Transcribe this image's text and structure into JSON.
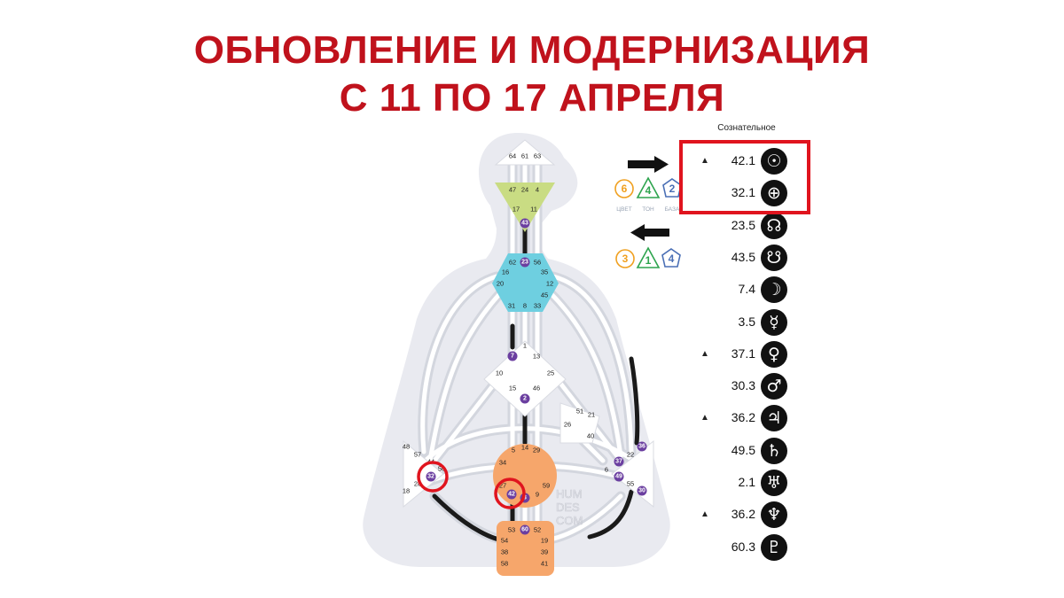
{
  "title": {
    "line1": "ОБНОВЛЕНИЕ И МОДЕРНИЗАЦИЯ",
    "line2": "С 11 ПО 17 АПРЕЛЯ"
  },
  "column_header": "Сознательное",
  "planets": [
    {
      "marker": "▲",
      "value": "42.1",
      "icon": "sun-icon",
      "glyph": "☉"
    },
    {
      "marker": "",
      "value": "32.1",
      "icon": "earth-icon",
      "glyph": "⊕"
    },
    {
      "marker": "",
      "value": "23.5",
      "icon": "north-node-icon",
      "glyph": "☊"
    },
    {
      "marker": "",
      "value": "43.5",
      "icon": "south-node-icon",
      "glyph": "☋"
    },
    {
      "marker": "",
      "value": "7.4",
      "icon": "moon-icon",
      "glyph": "☽"
    },
    {
      "marker": "",
      "value": "3.5",
      "icon": "mercury-icon",
      "glyph": "☿"
    },
    {
      "marker": "▲",
      "value": "37.1",
      "icon": "venus-icon",
      "glyph": "♀"
    },
    {
      "marker": "",
      "value": "30.3",
      "icon": "mars-icon",
      "glyph": "♂"
    },
    {
      "marker": "▲",
      "value": "36.2",
      "icon": "jupiter-icon",
      "glyph": "♃"
    },
    {
      "marker": "",
      "value": "49.5",
      "icon": "saturn-icon",
      "glyph": "♄"
    },
    {
      "marker": "",
      "value": "2.1",
      "icon": "uranus-icon",
      "glyph": "♅"
    },
    {
      "marker": "▲",
      "value": "36.2",
      "icon": "neptune-icon",
      "glyph": "♆"
    },
    {
      "marker": "",
      "value": "60.3",
      "icon": "pluto-icon",
      "glyph": "♇"
    }
  ],
  "variables_top": {
    "numbers": [
      "6",
      "4",
      "2"
    ],
    "labels": [
      "ЦВЕТ",
      "ТОН",
      "БАЗА"
    ],
    "colors": [
      "#f0a020",
      "#2da44e",
      "#4a6fb5"
    ],
    "arrow_direction": "right"
  },
  "variables_bottom": {
    "numbers": [
      "3",
      "1",
      "4"
    ],
    "colors": [
      "#f0a020",
      "#2da44e",
      "#4a6fb5"
    ],
    "arrow_direction": "left"
  },
  "centers": {
    "head": [
      "64",
      "61",
      "63"
    ],
    "ajna": [
      "47",
      "24",
      "4",
      "17",
      "11",
      "43"
    ],
    "throat": [
      "62",
      "23",
      "56",
      "16",
      "35",
      "20",
      "12",
      "45",
      "31",
      "8",
      "33"
    ],
    "g": [
      "1",
      "13",
      "7",
      "10",
      "25",
      "15",
      "46",
      "2"
    ],
    "heart": [
      "51",
      "21",
      "26",
      "40"
    ],
    "spleen": [
      "48",
      "57",
      "44",
      "50",
      "32",
      "28",
      "18"
    ],
    "solar_plexus": [
      "36",
      "22",
      "37",
      "6",
      "49",
      "55",
      "30"
    ],
    "sacral": [
      "5",
      "14",
      "29",
      "34",
      "27",
      "42",
      "3",
      "59",
      "9"
    ],
    "root": [
      "53",
      "60",
      "52",
      "54",
      "19",
      "38",
      "39",
      "58",
      "41"
    ]
  },
  "active_gates": [
    "43",
    "23",
    "7",
    "2",
    "32",
    "42",
    "3",
    "60",
    "36",
    "37",
    "49",
    "30"
  ],
  "watermark": [
    "HUM",
    "DES",
    "COM"
  ],
  "colors": {
    "title_red": "#c0121c",
    "highlight_red": "#e0141e",
    "gate_purple": "#6b3fa0",
    "head": "#ffffff",
    "ajna": "#c9dc83",
    "throat": "#6ecfe0",
    "g": "#ffffff",
    "heart": "#ffffff",
    "spleen": "#ffffff",
    "solar_plexus": "#ffffff",
    "sacral": "#f6a66b",
    "root": "#f6a66b",
    "body": "#e9eaf0"
  }
}
